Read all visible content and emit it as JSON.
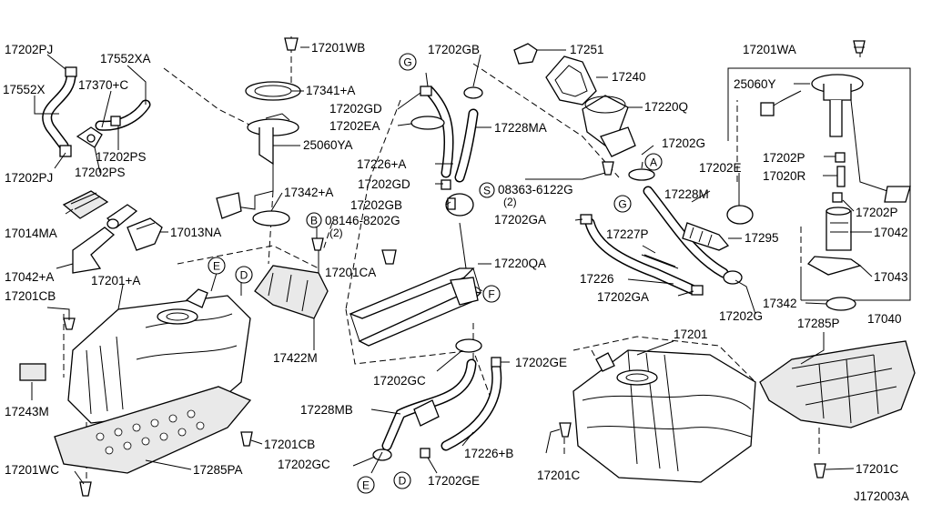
{
  "drawing_id": "J172003A",
  "labels": {
    "l_17202PJ_a": "17202PJ",
    "l_17552XA": "17552XA",
    "l_17201WB": "17201WB",
    "l_17202GB_a": "17202GB",
    "l_17251": "17251",
    "l_17201WA": "17201WA",
    "l_17552X": "17552X",
    "l_17370C": "17370+C",
    "l_17341A": "17341+A",
    "l_17240": "17240",
    "l_25060Y": "25060Y",
    "l_17202GD_a": "17202GD",
    "l_17220Q": "17220Q",
    "l_17202EA": "17202EA",
    "l_17228MA": "17228MA",
    "l_17202PS_a": "17202PS",
    "l_25060YA": "25060YA",
    "l_17202G_a": "17202G",
    "l_17226A": "17226+A",
    "l_17202P_a": "17202P",
    "l_17202PJ_b": "17202PJ",
    "l_17202PS_b": "17202PS",
    "l_17202E": "17202E",
    "l_17202GD_b": "17202GD",
    "l_08363": "08363-6122G",
    "l_08363_qty": "(2)",
    "l_17020R": "17020R",
    "l_17342A": "17342+A",
    "l_17228M": "17228M",
    "l_17202GB_b": "17202GB",
    "l_17202P_b": "17202P",
    "l_17014MA": "17014MA",
    "l_08146": "08146-8202G",
    "l_08146_qty": "(2)",
    "l_17202GA_a": "17202GA",
    "l_17013NA": "17013NA",
    "l_17227P": "17227P",
    "l_17295": "17295",
    "l_17042": "17042",
    "l_17220QA": "17220QA",
    "l_17042A": "17042+A",
    "l_17201CA": "17201CA",
    "l_17201A": "17201+A",
    "l_17226": "17226",
    "l_17043": "17043",
    "l_17201CB_a": "17201CB",
    "l_17202GA_b": "17202GA",
    "l_17342": "17342",
    "l_17040": "17040",
    "l_17202G_b": "17202G",
    "l_17201": "17201",
    "l_17285P": "17285P",
    "l_17422M": "17422M",
    "l_17202GE_a": "17202GE",
    "l_17202GC_a": "17202GC",
    "l_17243M": "17243M",
    "l_17228MB": "17228MB",
    "l_17201CB_b": "17201CB",
    "l_17226B": "17226+B",
    "l_17201WC": "17201WC",
    "l_17285PA": "17285PA",
    "l_17202GC_b": "17202GC",
    "l_17202GE_b": "17202GE",
    "l_17201C_a": "17201C",
    "l_17201C_b": "17201C"
  },
  "callouts": {
    "c_G_top": "G",
    "c_A": "A",
    "c_S": "S",
    "c_G_mid": "G",
    "c_B": "B",
    "c_E_top": "E",
    "c_D_top": "D",
    "c_F": "F",
    "c_E_bot": "E",
    "c_D_bot": "D"
  }
}
